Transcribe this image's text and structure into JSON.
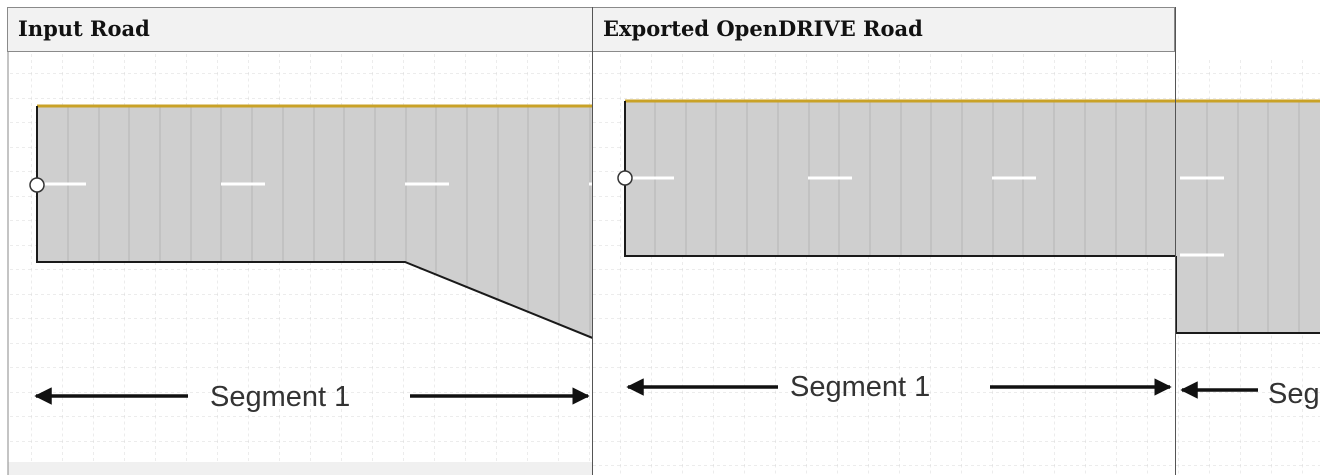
{
  "panels": {
    "input_title": "Input Road",
    "exported_title": "Exported OpenDRIVE Road"
  },
  "labels": {
    "input_segment": "Segment 1",
    "exported_segment": "Segment 1",
    "exported_next_segment_partial": "Seg"
  },
  "colors": {
    "road_fill": "#cfcfcf",
    "road_edge": "#1a1a1a",
    "road_top_edge": "#c9a227",
    "lane_marking": "#ffffff",
    "grid": "#d9d9d9",
    "panel_border": "#8a8a8a",
    "header_bg": "#f2f2f2"
  }
}
